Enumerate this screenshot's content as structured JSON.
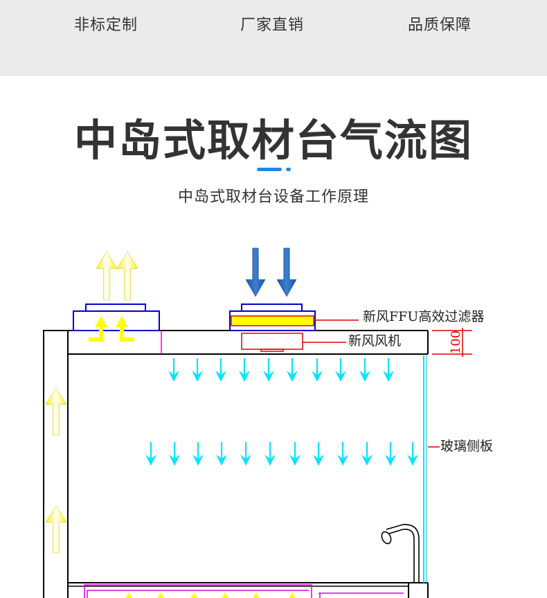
{
  "header": {
    "features": [
      "非标定制",
      "厂家直销",
      "品质保障"
    ]
  },
  "main": {
    "title": "中岛式取材台气流图",
    "subtitle": "中岛式取材台设备工作原理"
  },
  "diagram": {
    "labels": {
      "ffu_filter": "新风FFU高效过滤器",
      "fresh_air_fan": "新风风机",
      "glass_side_panel": "玻璃侧板",
      "dimension": "100"
    },
    "colors": {
      "outline": "#000000",
      "exhaust_arrow": "#ffff00",
      "intake_arrow": "#1a55a0",
      "airflow_arrow": "#00e5ff",
      "filter_fill": "#ffff00",
      "duct_line": "#0000cc",
      "leader_line": "#e00000",
      "magenta_line": "#e000e0"
    },
    "icons": [
      "exhaust-arrow-icon",
      "intake-arrow-icon",
      "airflow-down-arrow-icon",
      "faucet-icon"
    ]
  }
}
